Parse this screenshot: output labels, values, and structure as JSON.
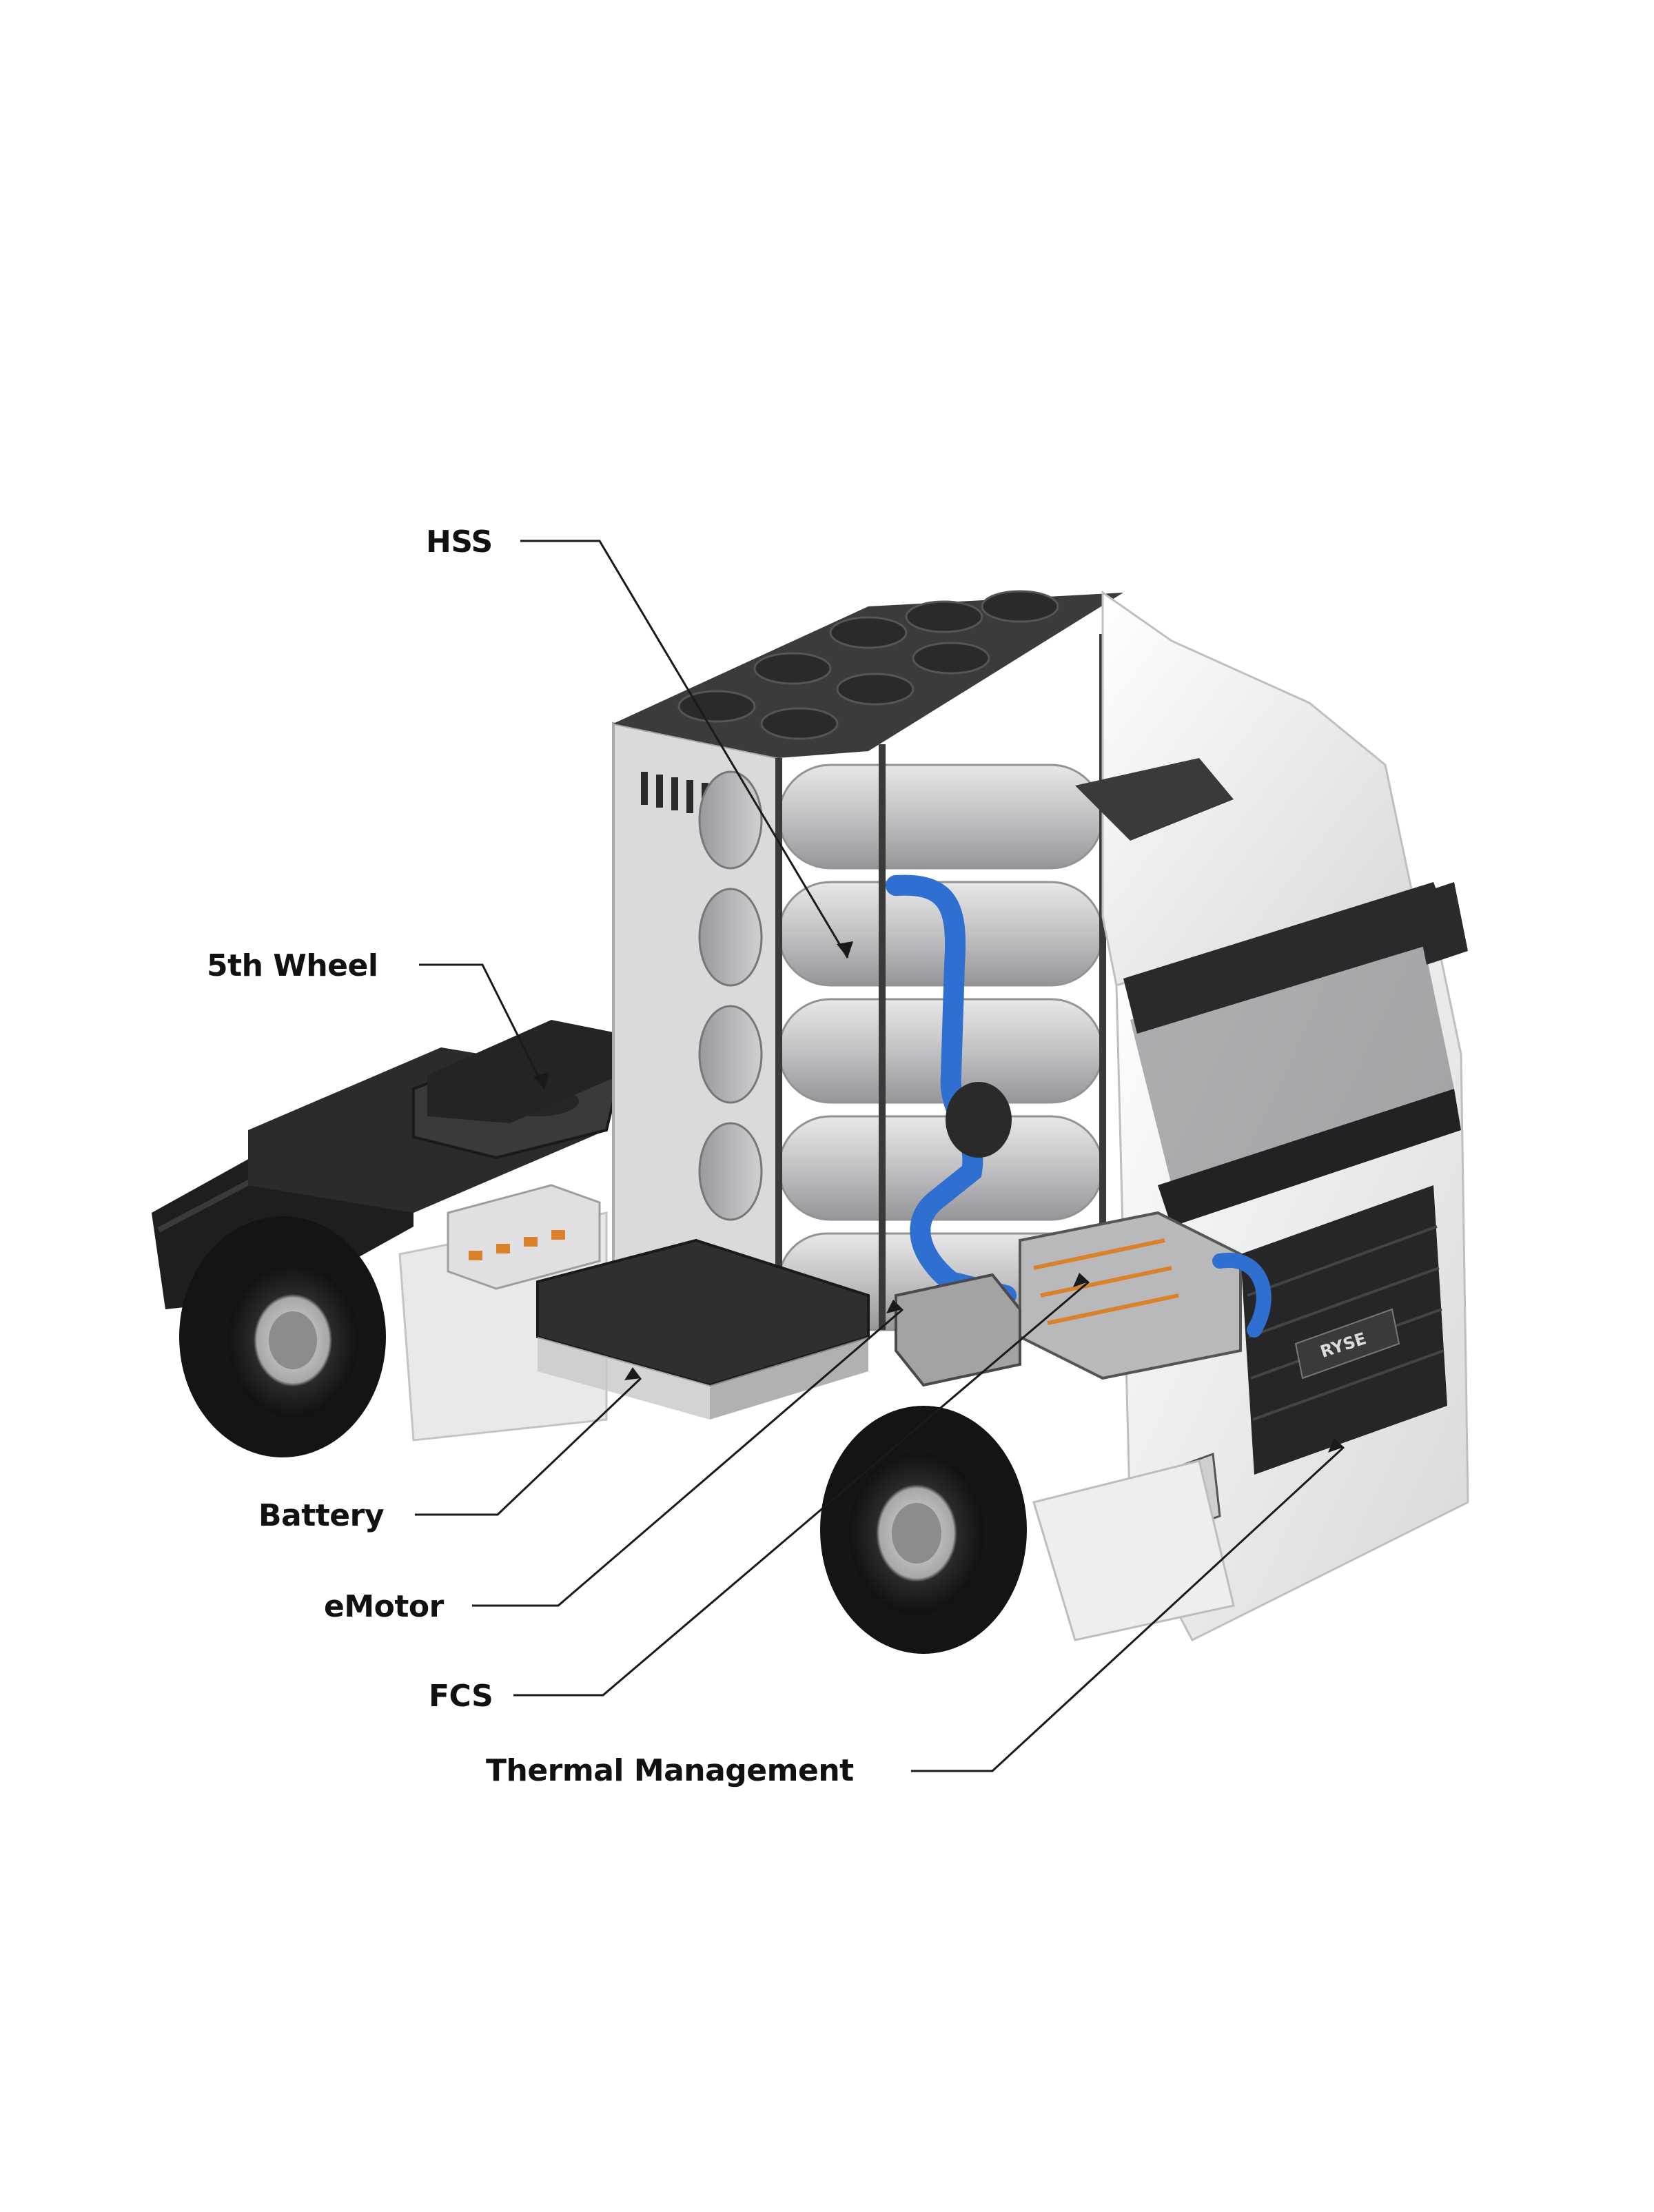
{
  "labels": {
    "hss": "HSS",
    "fifth_wheel": "5th Wheel",
    "battery": "Battery",
    "emotor": "eMotor",
    "fcs": "FCS",
    "thermal": "Thermal Management"
  },
  "badge": "RYSE",
  "colors": {
    "leader_line": "#1a1a1a",
    "cab_body": "#f2f2f2",
    "chassis": "#2b2b2b",
    "hydrogen_pipe": "#2f6fd0",
    "tanks": "#c9c9cb"
  }
}
